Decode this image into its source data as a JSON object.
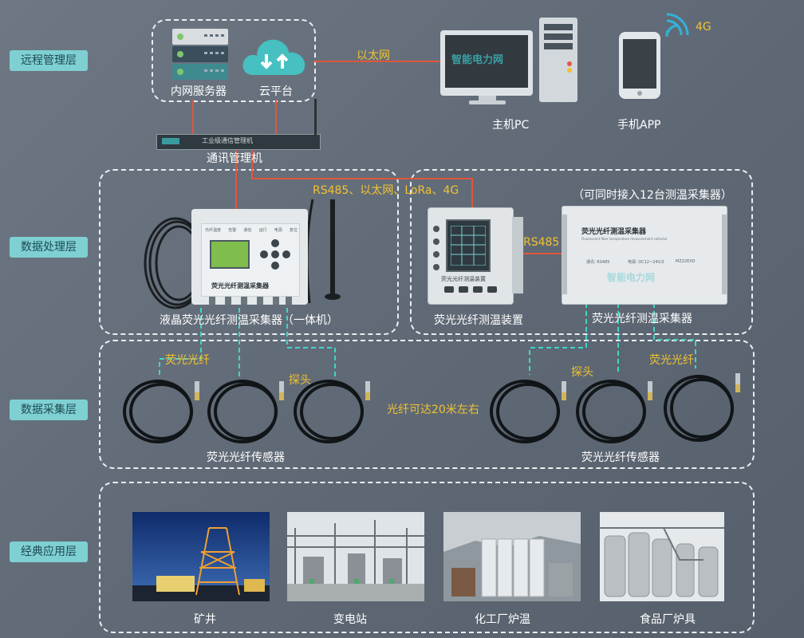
{
  "layers": {
    "remote": "远程管理层",
    "processing": "数据处理层",
    "collection": "数据采集层",
    "application": "经典应用层"
  },
  "remote": {
    "intranet_server": "内网服务器",
    "cloud": "云平台",
    "ethernet": "以太网",
    "host_pc": "主机PC",
    "mobile_app": "手机APP",
    "signal": "4G",
    "screen_brand": "智能电力网"
  },
  "gateway": {
    "label": "通讯管理机",
    "device_text": "工业级通信管理机"
  },
  "processing": {
    "links": "RS485、以太网、LoRa、4G",
    "integrated_unit": "液晶荧光光纤测温采集器（一体机）",
    "integrated_panel": "荧光光纤测温采集器",
    "panel_keys": [
      "光纤温度",
      "告警",
      "通信",
      "运行",
      "电源",
      "复位"
    ],
    "monitor": "荧光光纤测温装置",
    "monitor_panel": "荧光光纤测温装置",
    "rs485": "RS485",
    "note": "（可同时接入12台测温采集器）",
    "collector": "荧光光纤测温采集器",
    "collector_title": "荧光光纤测温采集器",
    "collector_sub": "Fluorescent fiber temperature measurement collector",
    "collector_comm": "通讯: RS485",
    "collector_power": "电源: DC12~24V/2",
    "collector_model": "MZ22EXD",
    "collector_brand": "智能电力网"
  },
  "collection": {
    "fiber_left": "荧光光纤",
    "fiber_right": "荧光光纤",
    "probe_left": "探头",
    "probe_right": "探头",
    "distance": "光纤可达20米左右",
    "sensor_left": "荧光光纤传感器",
    "sensor_right": "荧光光纤传感器"
  },
  "applications": {
    "items": [
      "矿井",
      "变电站",
      "化工厂炉温",
      "食品厂炉具"
    ]
  }
}
